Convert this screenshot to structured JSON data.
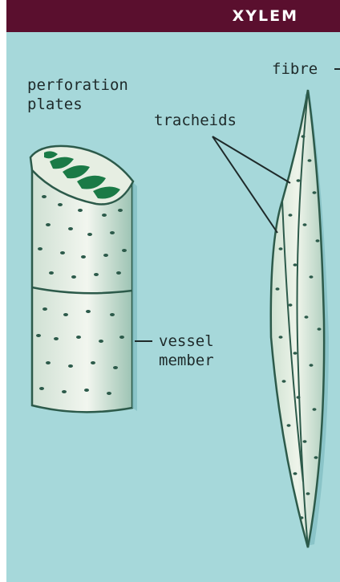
{
  "title": "XYLEM",
  "labels": {
    "perforation_line1": "perforation",
    "perforation_line2": "plates",
    "fibre": "fibre",
    "tracheids": "tracheids",
    "vessel_line1": "vessel",
    "vessel_line2": "member"
  },
  "colors": {
    "header": "#5a0f2e",
    "background": "#a6d8da",
    "cell_fill": "#dde8dc",
    "outline": "#2c5a4a",
    "plate_green": "#1a7a46",
    "pit_dots": "#2c5a4a"
  }
}
